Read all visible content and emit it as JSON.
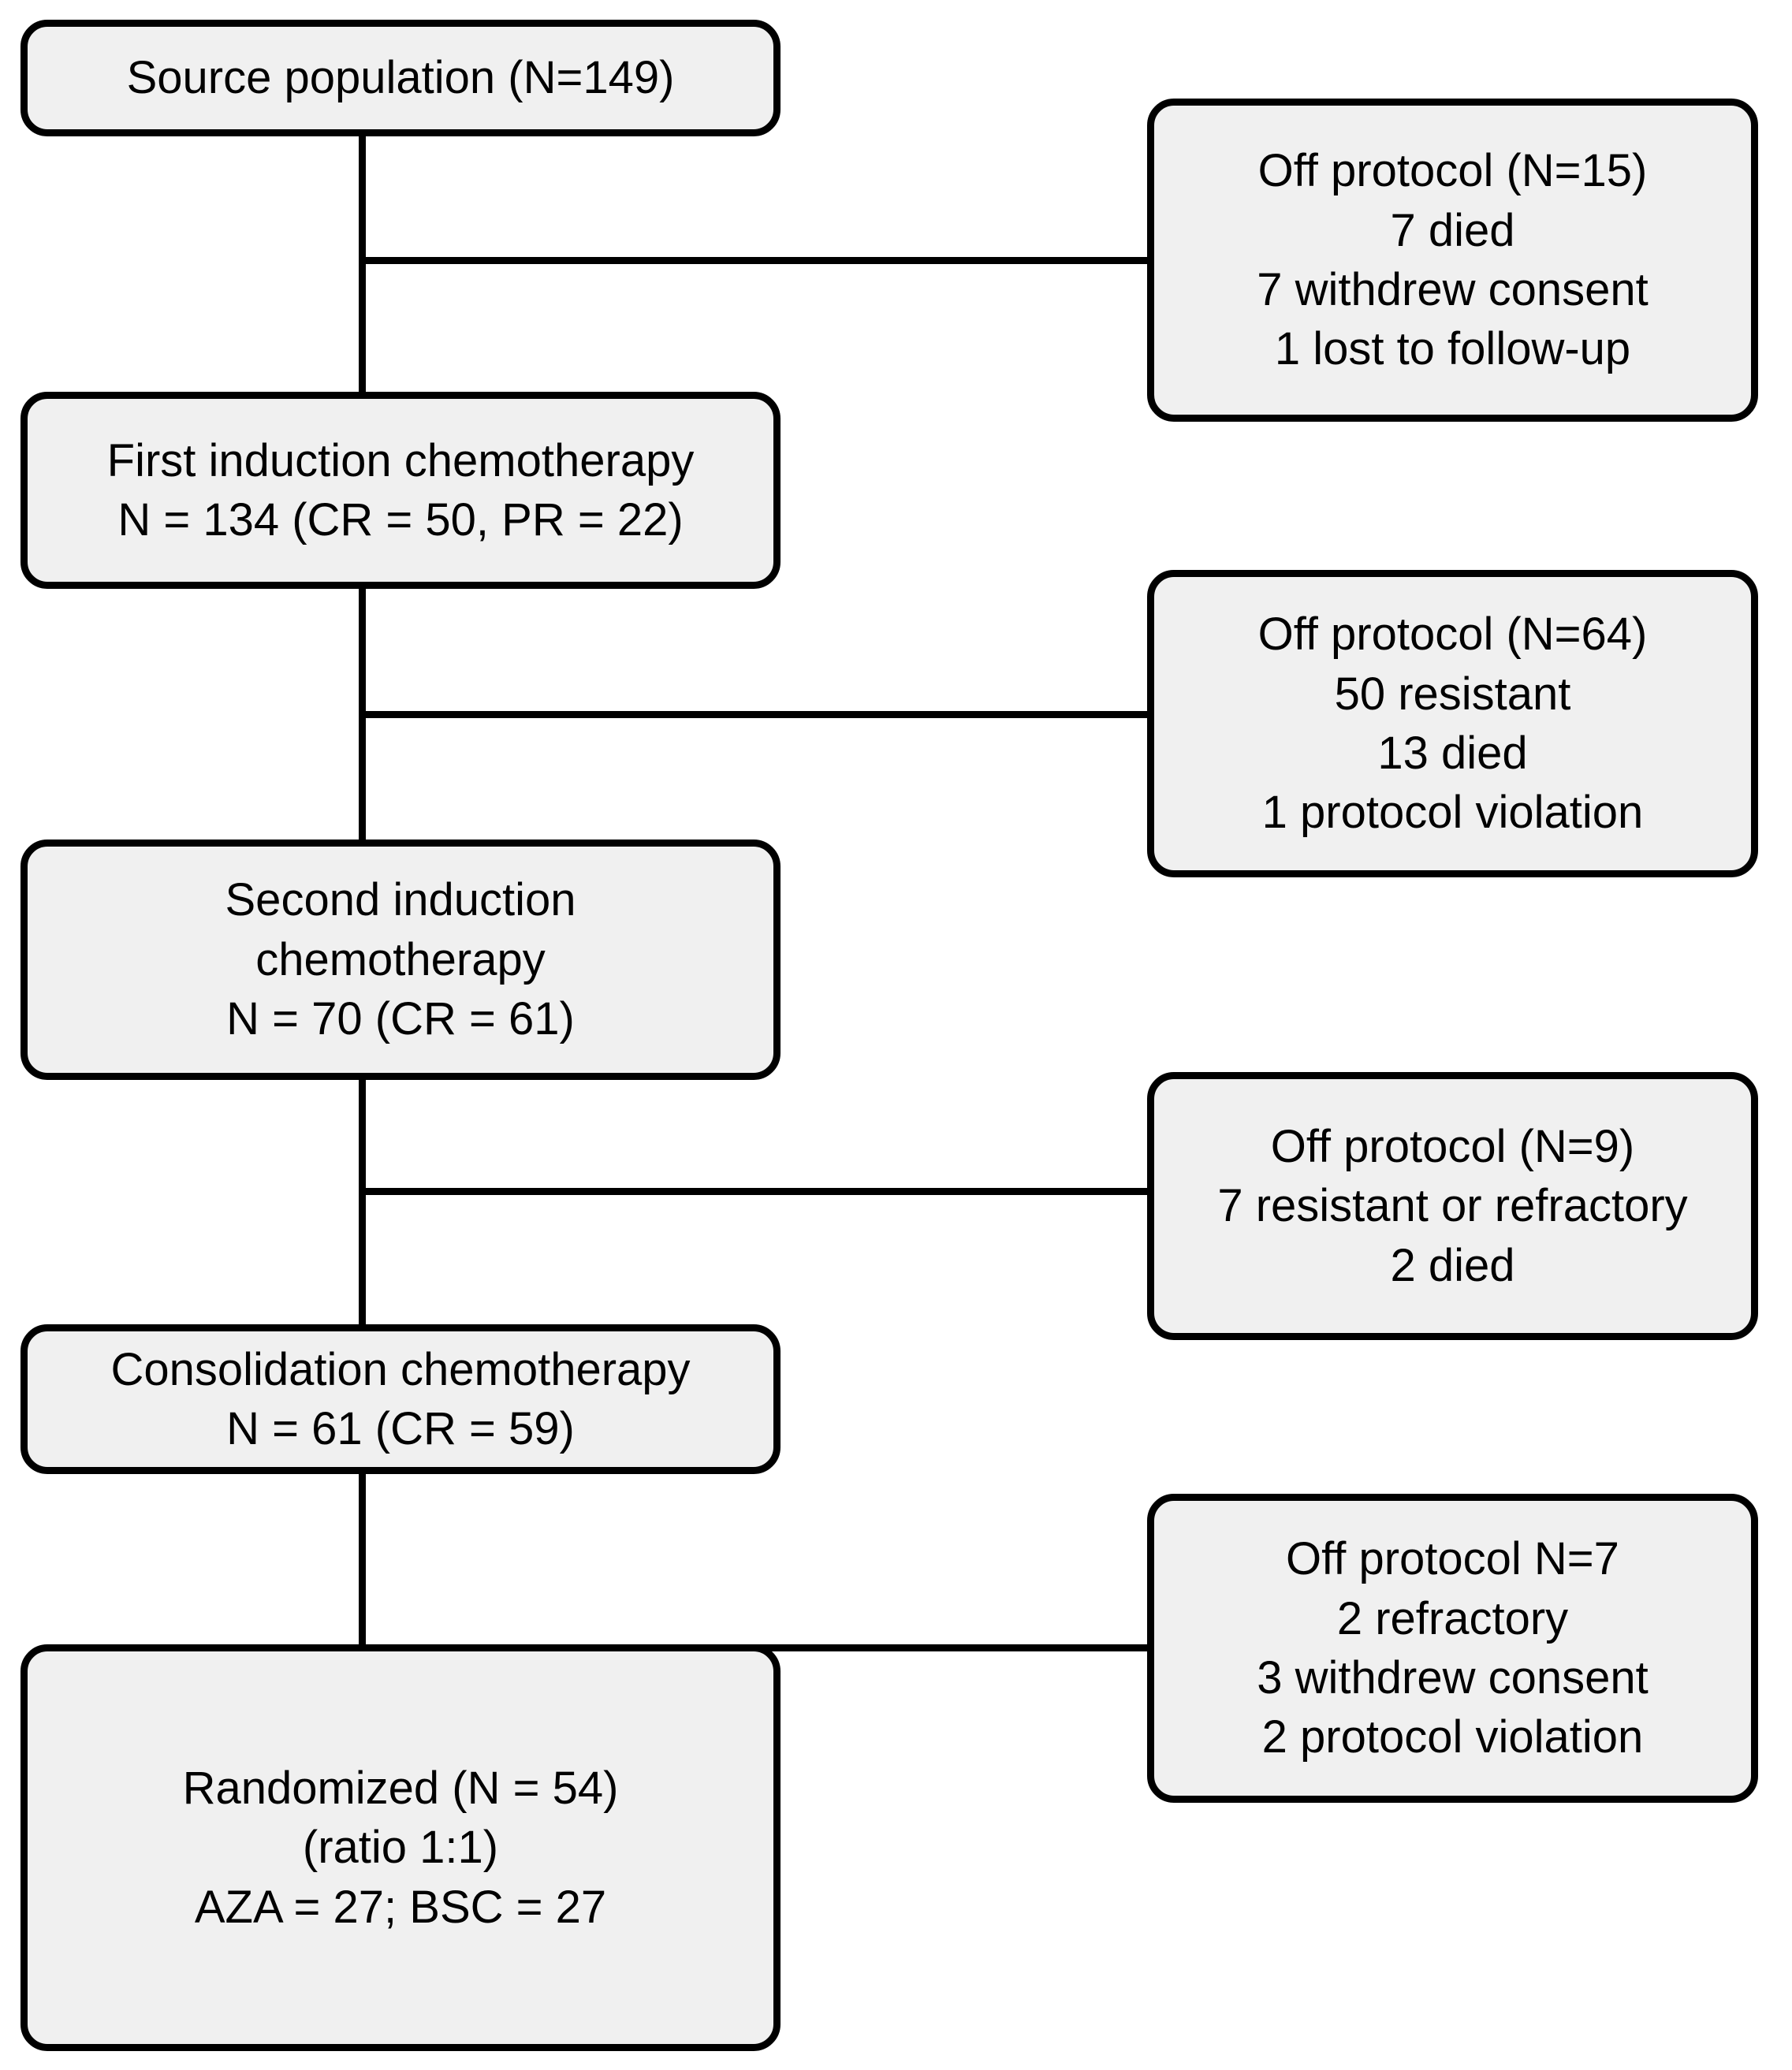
{
  "diagram": {
    "title": "CONSORT-style patient flow diagram",
    "colors": {
      "node_fill": "#f0f0f0",
      "node_border": "#000000",
      "connector": "#000000",
      "background": "#ffffff"
    },
    "main_nodes": [
      {
        "id": "source-population",
        "lines": [
          "Source population (N=149)"
        ]
      },
      {
        "id": "first-induction-chemotherapy",
        "lines": [
          "First induction chemotherapy",
          "N = 134 (CR = 50, PR = 22)"
        ]
      },
      {
        "id": "second-induction-chemotherapy",
        "lines": [
          "Second induction",
          "chemotherapy",
          "N = 70 (CR = 61)"
        ]
      },
      {
        "id": "consolidation-chemotherapy",
        "lines": [
          "Consolidation chemotherapy",
          "N = 61 (CR = 59)"
        ]
      },
      {
        "id": "randomized",
        "lines": [
          "Randomized (N = 54)",
          "(ratio 1:1)",
          "AZA = 27; BSC = 27"
        ]
      }
    ],
    "side_nodes": [
      {
        "id": "off-protocol-15",
        "lines": [
          "Off protocol (N=15)",
          "7 died",
          "7 withdrew consent",
          "1 lost to follow-up"
        ]
      },
      {
        "id": "off-protocol-64",
        "lines": [
          "Off protocol (N=64)",
          "50 resistant",
          "13 died",
          "1 protocol violation"
        ]
      },
      {
        "id": "off-protocol-9",
        "lines": [
          "Off protocol (N=9)",
          "7 resistant or refractory",
          "2 died"
        ]
      },
      {
        "id": "off-protocol-7",
        "lines": [
          "Off protocol N=7",
          "2 refractory",
          "3 withdrew consent",
          "2 protocol violation"
        ]
      }
    ]
  }
}
